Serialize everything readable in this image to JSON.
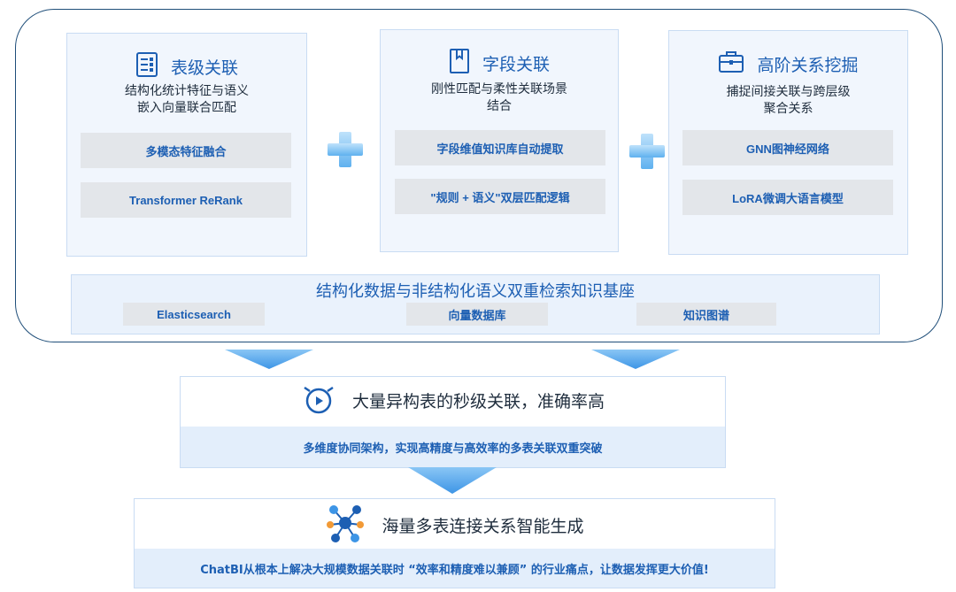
{
  "cards": [
    {
      "icon": "table-list-icon",
      "title": "表级关联",
      "desc_lines": [
        "结构化统计特征与语义",
        "嵌入向量联合匹配"
      ],
      "items": [
        "多模态特征融合",
        "Transformer ReRank"
      ]
    },
    {
      "icon": "bookmark-icon",
      "title": "字段关联",
      "desc_lines": [
        "刚性匹配与柔性关联场景",
        "结合"
      ],
      "items": [
        "字段维值知识库自动提取",
        "\"规则 + 语义\"双层匹配逻辑"
      ]
    },
    {
      "icon": "briefcase-icon",
      "title": "高阶关系挖掘",
      "desc_lines": [
        "捕捉间接关联与跨层级",
        "聚合关系"
      ],
      "items": [
        "GNN图神经网络",
        "LoRA微调大语言模型"
      ]
    }
  ],
  "base": {
    "title": "结构化数据与非结构化语义双重检索知识基座",
    "items": [
      "Elasticsearch",
      "向量数据库",
      "知识图谱"
    ]
  },
  "result1": {
    "icon": "stopwatch-icon",
    "title": "大量异构表的秒级关联，准确率高",
    "subtitle": "多维度协同架构，实现高精度与高效率的多表关联双重突破"
  },
  "result2": {
    "icon": "network-icon",
    "title": "海量多表连接关系智能生成",
    "subtitle": "ChatBI从根本上解决大规模数据关联时 “效率和精度难以兼顾” 的行业痛点，让数据发挥更大价值!"
  },
  "colors": {
    "accent": "#1d5fb3",
    "card_bg": "#f1f6fd",
    "pill_bg": "#e3e6ea",
    "frame": "#1f4e79",
    "arrow": "#4fa3ea"
  }
}
